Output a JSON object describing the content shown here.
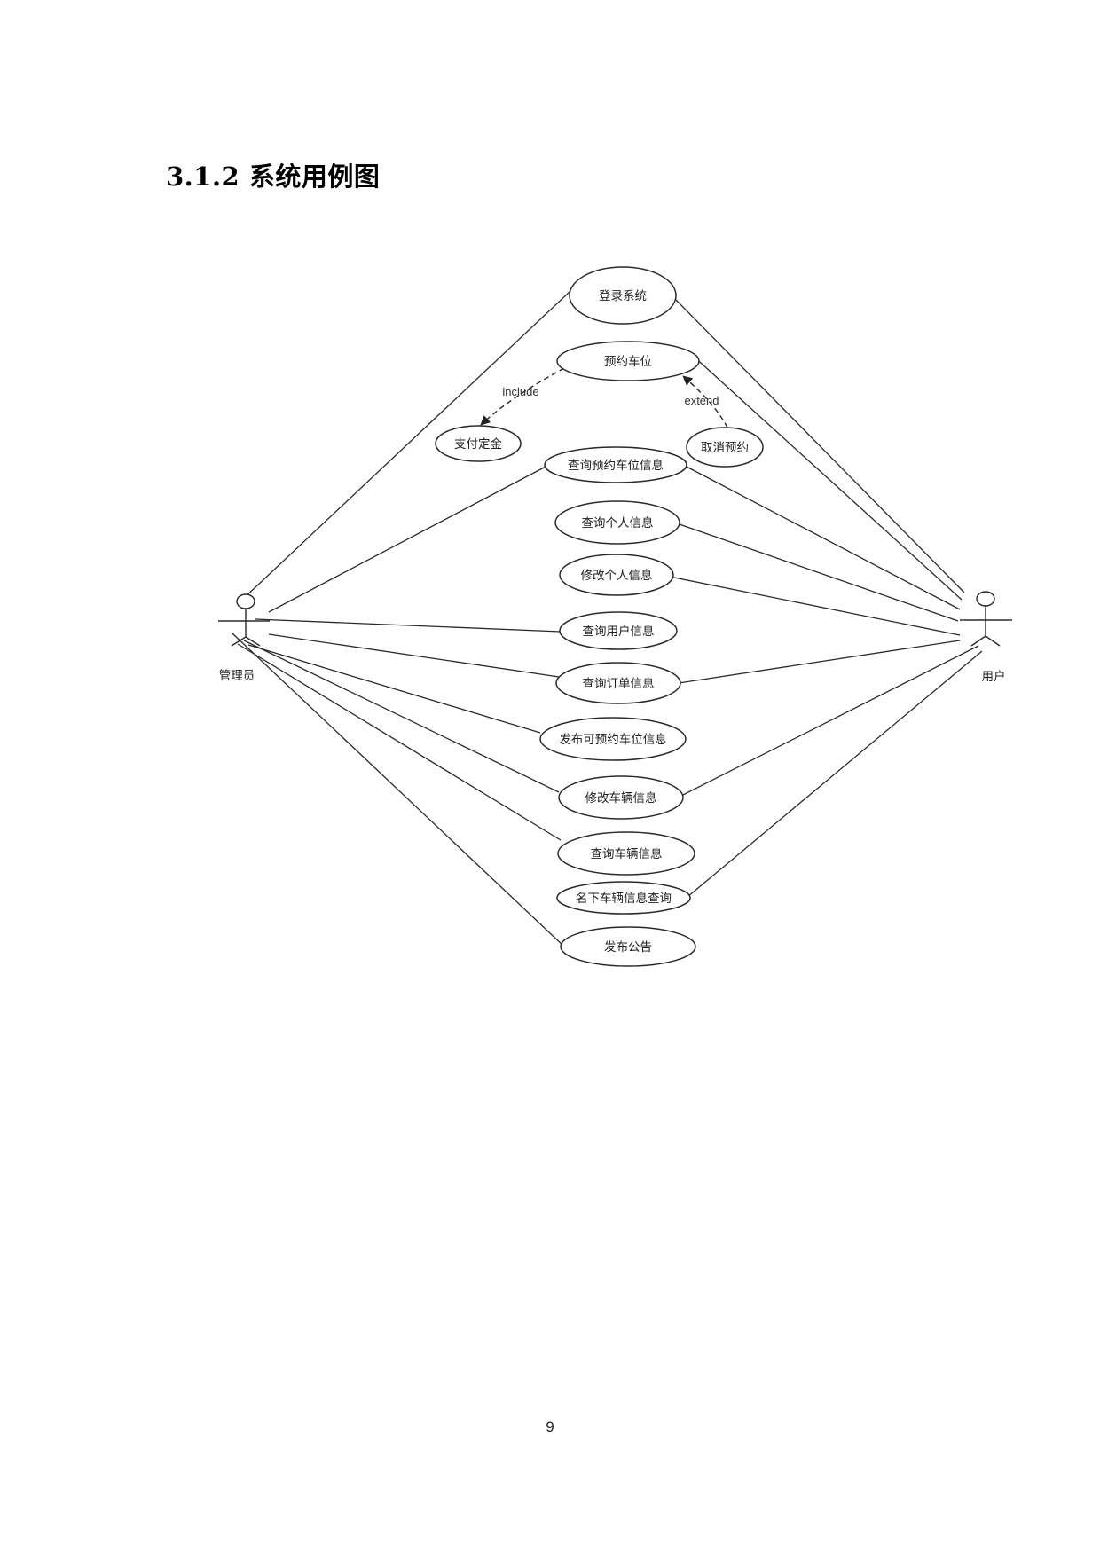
{
  "document": {
    "section_heading": "3.1.2 系统用例图",
    "page_number": "9"
  },
  "diagram": {
    "actors": [
      {
        "id": "admin",
        "label": "管理员"
      },
      {
        "id": "user",
        "label": "用户"
      }
    ],
    "use_cases": [
      {
        "id": "login",
        "label": "登录系统"
      },
      {
        "id": "reserve",
        "label": "预约车位"
      },
      {
        "id": "pay",
        "label": "支付定金"
      },
      {
        "id": "cancel",
        "label": "取消预约"
      },
      {
        "id": "query_reserved",
        "label": "查询预约车位信息"
      },
      {
        "id": "query_personal",
        "label": "查询个人信息"
      },
      {
        "id": "edit_personal",
        "label": "修改个人信息"
      },
      {
        "id": "query_users",
        "label": "查询用户信息"
      },
      {
        "id": "query_orders",
        "label": "查询订单信息"
      },
      {
        "id": "publish_spots",
        "label": "发布可预约车位信息"
      },
      {
        "id": "edit_vehicle",
        "label": "修改车辆信息"
      },
      {
        "id": "query_vehicle",
        "label": "查询车辆信息"
      },
      {
        "id": "query_own_vehicles",
        "label": "名下车辆信息查询"
      },
      {
        "id": "announce",
        "label": "发布公告"
      }
    ],
    "associations": [
      {
        "actor": "admin",
        "use_case": "login"
      },
      {
        "actor": "admin",
        "use_case": "query_reserved"
      },
      {
        "actor": "admin",
        "use_case": "query_users"
      },
      {
        "actor": "admin",
        "use_case": "query_orders"
      },
      {
        "actor": "admin",
        "use_case": "publish_spots"
      },
      {
        "actor": "admin",
        "use_case": "edit_vehicle"
      },
      {
        "actor": "admin",
        "use_case": "query_vehicle"
      },
      {
        "actor": "admin",
        "use_case": "announce"
      },
      {
        "actor": "user",
        "use_case": "login"
      },
      {
        "actor": "user",
        "use_case": "reserve"
      },
      {
        "actor": "user",
        "use_case": "query_reserved"
      },
      {
        "actor": "user",
        "use_case": "query_personal"
      },
      {
        "actor": "user",
        "use_case": "edit_personal"
      },
      {
        "actor": "user",
        "use_case": "query_orders"
      },
      {
        "actor": "user",
        "use_case": "edit_vehicle"
      },
      {
        "actor": "user",
        "use_case": "query_own_vehicles"
      }
    ],
    "relationships": [
      {
        "type": "include",
        "label": "include",
        "from": "reserve",
        "to": "pay"
      },
      {
        "type": "extend",
        "label": "extend",
        "from": "cancel",
        "to": "reserve"
      }
    ]
  }
}
